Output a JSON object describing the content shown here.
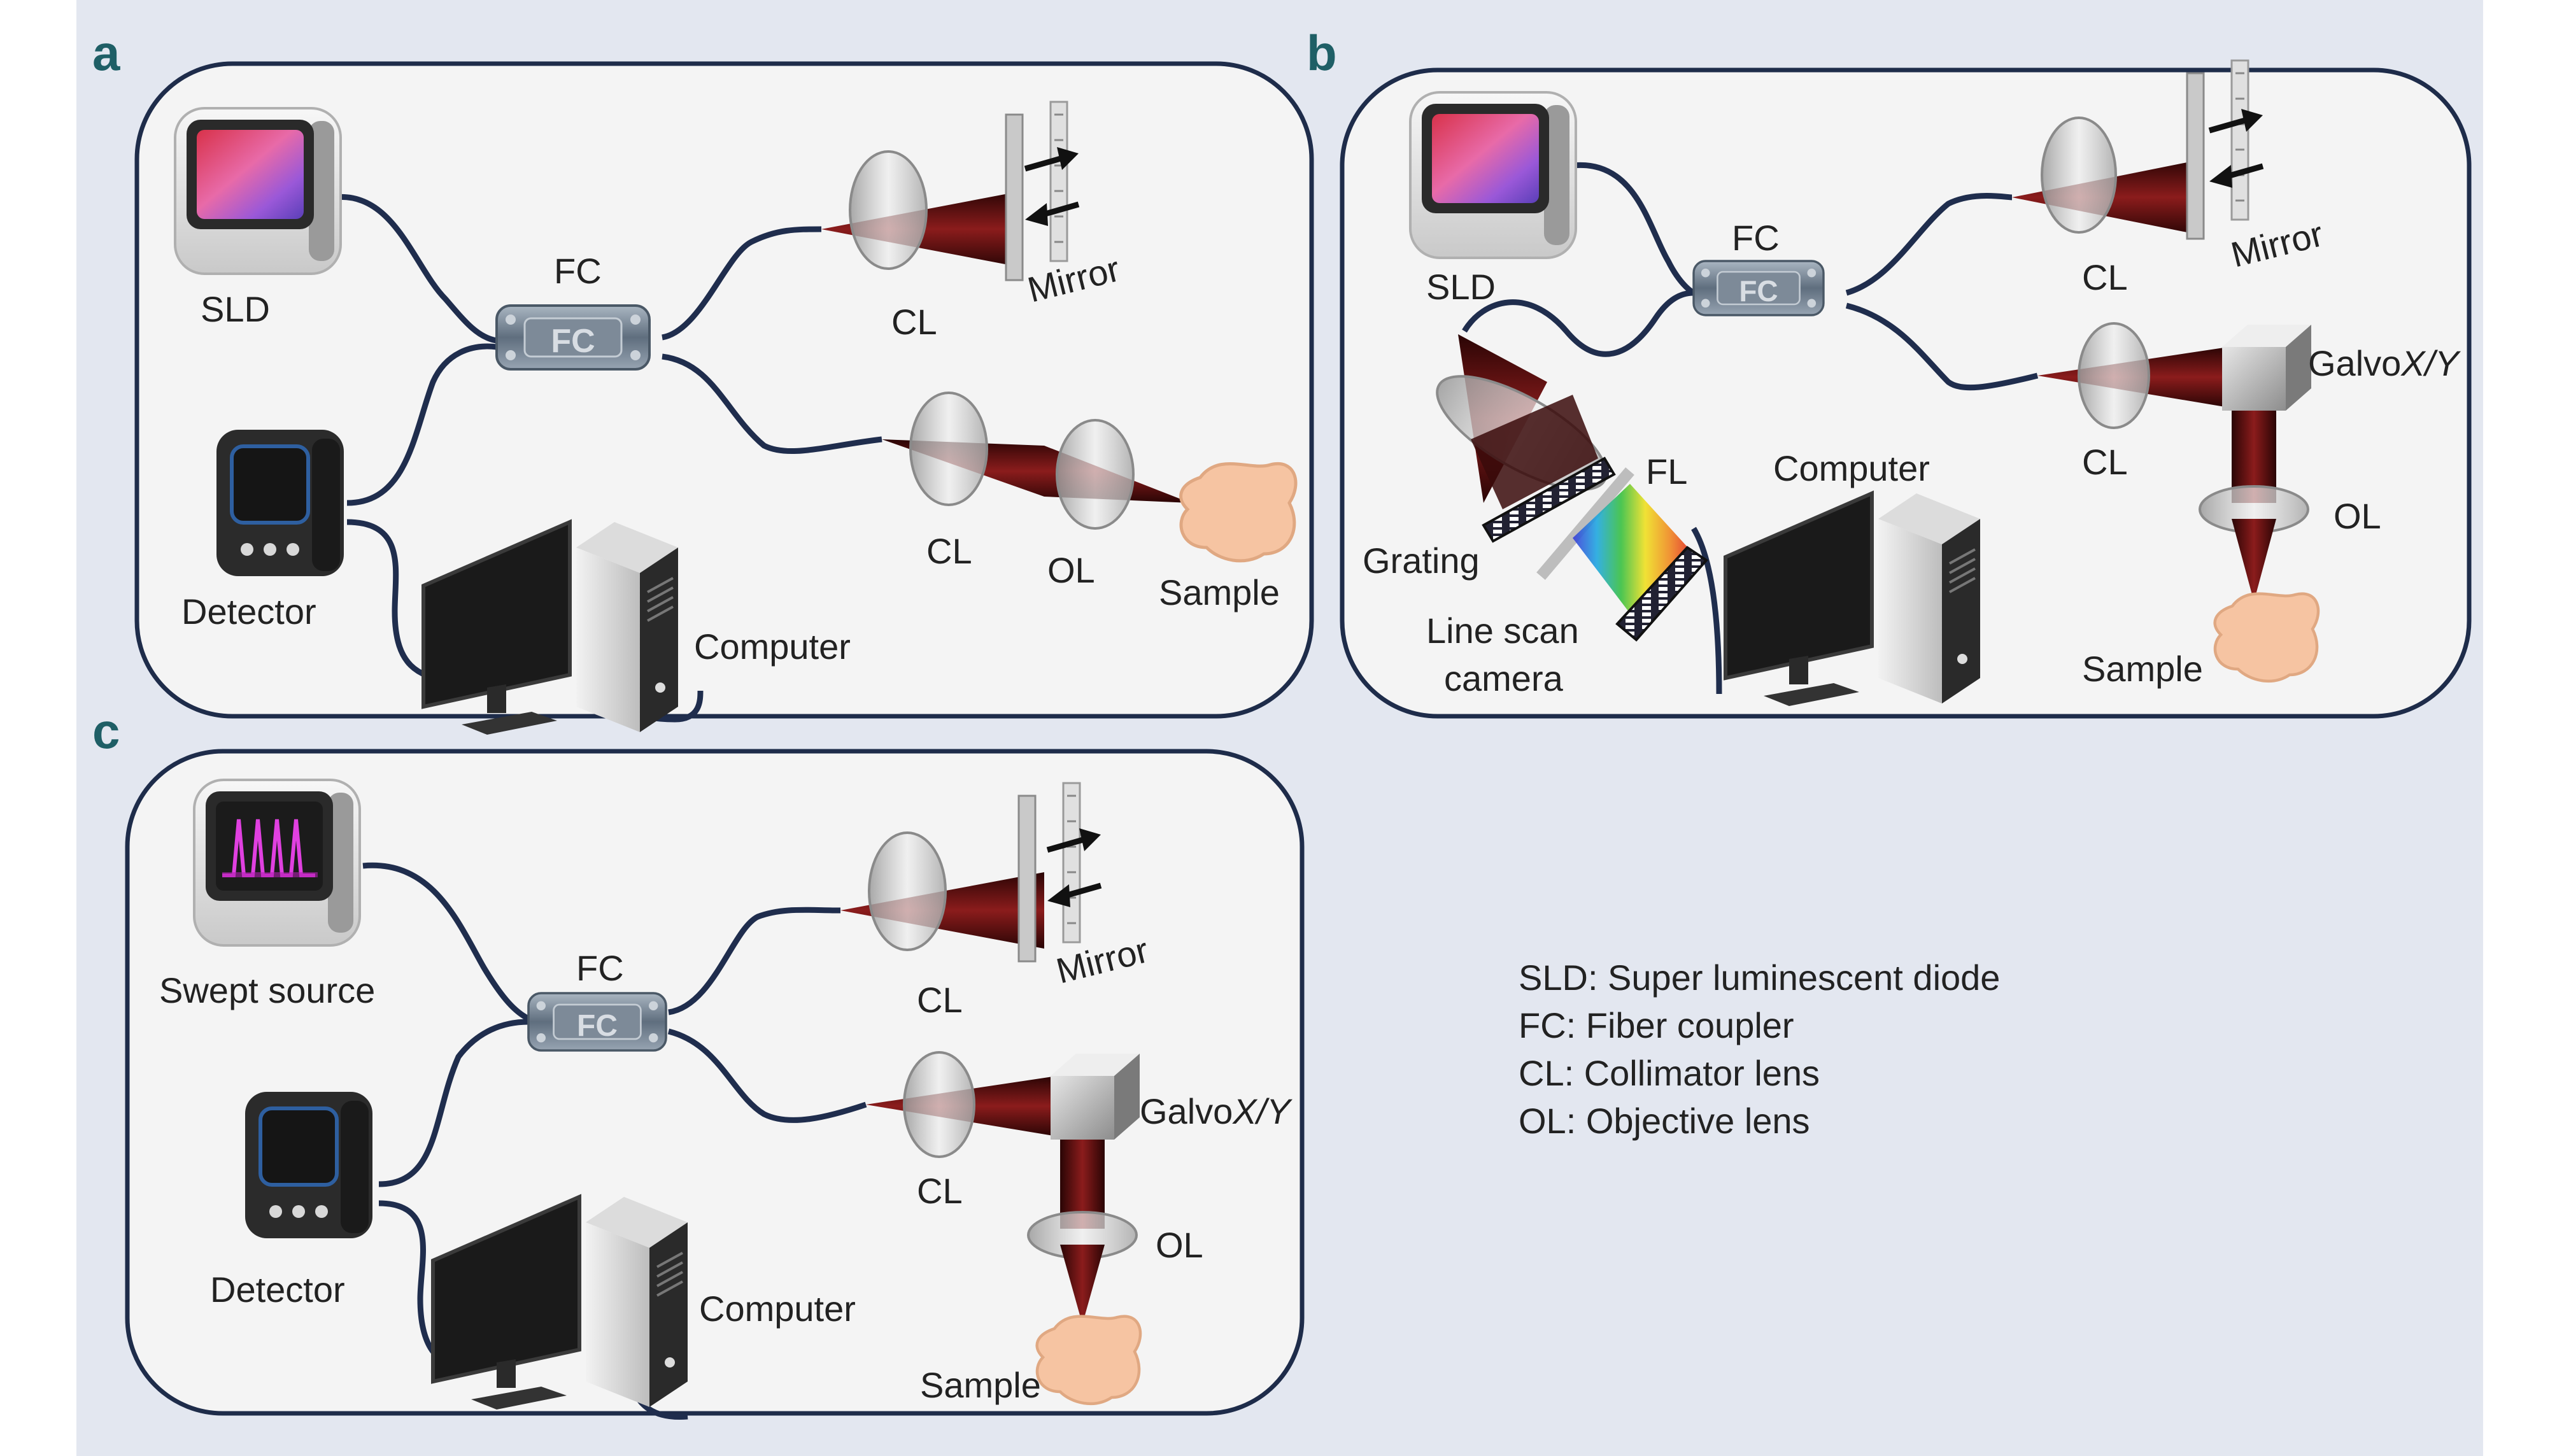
{
  "colors": {
    "background": "#e3e7f0",
    "panel_fill": "#f4f4f4",
    "panel_border": "#1e2c4a",
    "fiber": "#1f2d4d",
    "beam": "#6b1414",
    "panel_letter": "#1f5f66",
    "sample": "#f6c4a2"
  },
  "panels": {
    "a": {
      "letter": "a",
      "labels": {
        "source": "SLD",
        "coupler": "FC",
        "coupler_badge": "FC",
        "ref_collimator": "CL",
        "mirror": "Mirror",
        "sample_collimator": "CL",
        "objective": "OL",
        "sample": "Sample",
        "detector": "Detector",
        "computer": "Computer"
      }
    },
    "b": {
      "letter": "b",
      "labels": {
        "source": "SLD",
        "coupler": "FC",
        "coupler_badge": "FC",
        "ref_collimator": "CL",
        "mirror": "Mirror",
        "sample_collimator": "CL",
        "galvo_prefix": "Galvo",
        "galvo_axes": "X/Y",
        "objective": "OL",
        "sample": "Sample",
        "grating": "Grating",
        "focusing_lens": "FL",
        "camera_line1": "Line scan",
        "camera_line2": "camera",
        "computer": "Computer"
      }
    },
    "c": {
      "letter": "c",
      "labels": {
        "source": "Swept source",
        "coupler": "FC",
        "coupler_badge": "FC",
        "ref_collimator": "CL",
        "mirror": "Mirror",
        "sample_collimator": "CL",
        "galvo_prefix": "Galvo",
        "galvo_axes": "X/Y",
        "objective": "OL",
        "sample": "Sample",
        "detector": "Detector",
        "computer": "Computer"
      }
    }
  },
  "legend": [
    "SLD: Super luminescent diode",
    "FC: Fiber coupler",
    "CL: Collimator lens",
    "OL: Objective lens"
  ]
}
